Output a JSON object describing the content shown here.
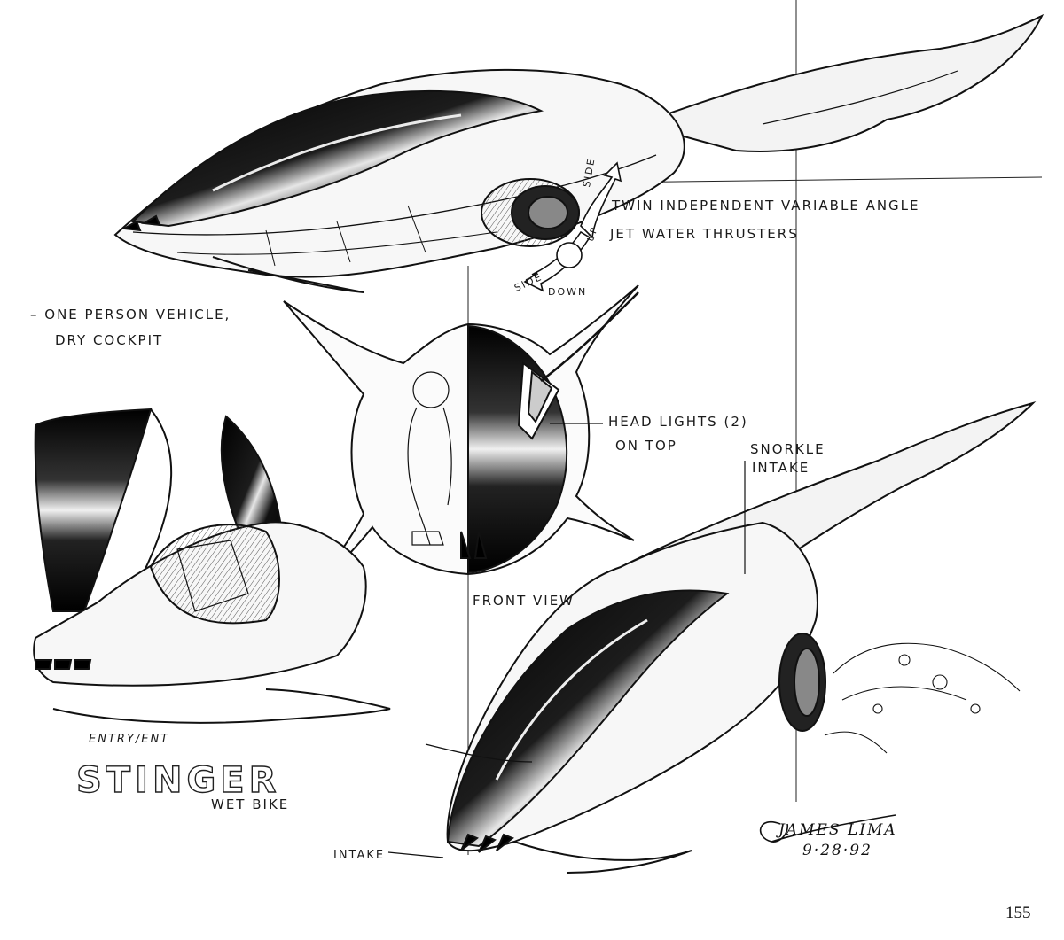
{
  "artwork": {
    "description_title": "STINGER",
    "subtitle": "WET BIKE",
    "view_label_entry": "ENTRY/ENT",
    "notes": {
      "thrusters_line1": "TWIN INDEPENDENT VARIABLE ANGLE",
      "thrusters_line2": "JET WATER THRUSTERS",
      "one_person_line1": "– ONE PERSON VEHICLE,",
      "one_person_line2": "DRY COCKPIT",
      "headlights_line1": "HEAD LIGHTS (2)",
      "headlights_line2": "ON TOP",
      "snorkle_line1": "SNORKLE",
      "snorkle_line2": "INTAKE",
      "front_view": "FRONT VIEW",
      "intake": "INTAKE",
      "side_top": "SIDE",
      "side_bottom": "SIDE",
      "up": "UP",
      "down": "DOWN"
    },
    "signature": {
      "name": "JAMES LIMA",
      "date": "9·28·92"
    },
    "page_number": "155"
  }
}
